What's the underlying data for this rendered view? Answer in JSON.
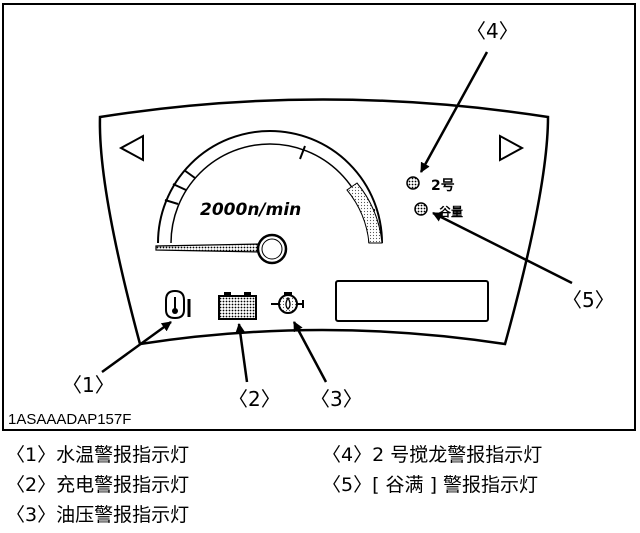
{
  "figure": {
    "code": "1ASAAADAP157F",
    "gauge": {
      "rpm_label": "2000n/min",
      "lamp4_text": "2号",
      "lamp5_text": "谷量"
    },
    "callouts": [
      "〈1〉",
      "〈2〉",
      "〈3〉",
      "〈4〉",
      "〈5〉"
    ]
  },
  "legend": {
    "items": [
      "〈1〉水温警报指示灯",
      "〈2〉充电警报指示灯",
      "〈3〉油压警报指示灯",
      "〈4〉2 号搅龙警报指示灯",
      "〈5〉[ 谷满 ] 警报指示灯"
    ]
  }
}
